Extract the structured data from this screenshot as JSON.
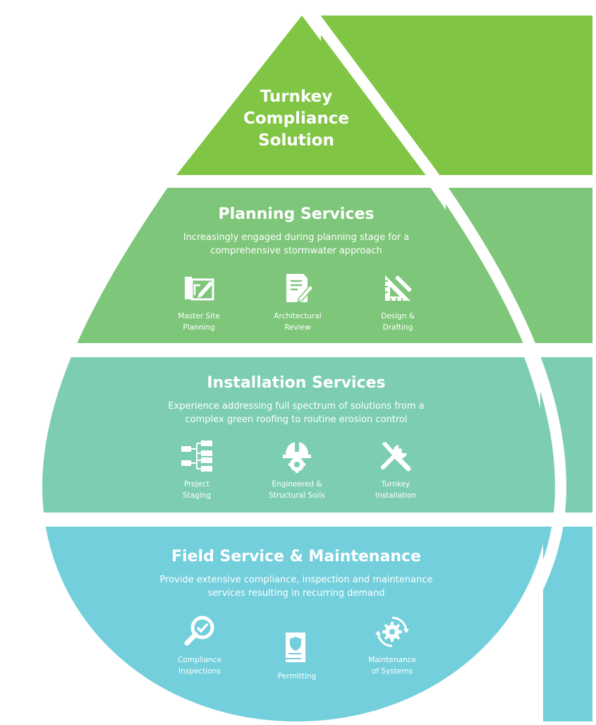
{
  "colors": {
    "top": "#81c544",
    "planning": "#7ec67a",
    "installation": "#7ccdb3",
    "field": "#73cfdc",
    "text": "#ffffff"
  },
  "top": {
    "title_lines": [
      "Turnkey",
      "Compliance",
      "Solution"
    ]
  },
  "sections": [
    {
      "key": "planning",
      "title": "Planning Services",
      "description_lines": [
        "Increasingly engaged during planning stage for a",
        "comprehensive stormwater approach"
      ],
      "items": [
        {
          "icon": "blueprint-pencil-icon",
          "label_lines": [
            "Master Site",
            "Planning"
          ]
        },
        {
          "icon": "document-pen-icon",
          "label_lines": [
            "Architectural",
            "Review"
          ]
        },
        {
          "icon": "triangle-ruler-icon",
          "label_lines": [
            "Design &",
            "Drafting"
          ]
        }
      ]
    },
    {
      "key": "installation",
      "title": "Installation Services",
      "description_lines": [
        "Experience addressing full spectrum of solutions from a",
        "complex green roofing to routine erosion control"
      ],
      "items": [
        {
          "icon": "staging-flow-icon",
          "label_lines": [
            "Project",
            "Staging"
          ]
        },
        {
          "icon": "hard-hat-gear-icon",
          "label_lines": [
            "Engineered &",
            "Structural Soils"
          ]
        },
        {
          "icon": "wrench-screwdriver-icon",
          "label_lines": [
            "Turnkey",
            "Installation"
          ]
        }
      ]
    },
    {
      "key": "field",
      "title": "Field Service & Maintenance",
      "description_lines": [
        "Provide extensive compliance, inspection and maintenance",
        "services resulting in recurring demand"
      ],
      "items": [
        {
          "icon": "magnifier-check-icon",
          "label_lines": [
            "Compliance",
            "Inspections"
          ]
        },
        {
          "icon": "permit-document-icon",
          "label_lines": [
            "Permitting"
          ]
        },
        {
          "icon": "gear-cycle-icon",
          "label_lines": [
            "Maintenance",
            "of Systems"
          ]
        }
      ]
    }
  ]
}
